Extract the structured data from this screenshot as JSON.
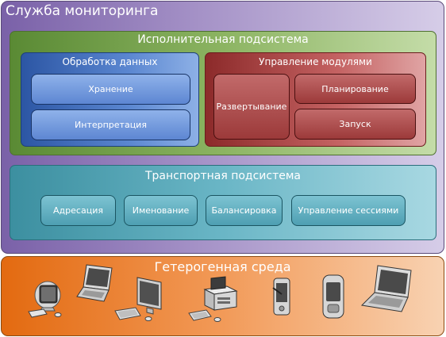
{
  "monitoring_service": {
    "title": "Служба мониторинга"
  },
  "executive_subsystem": {
    "title": "Исполнительная подсистема",
    "data_processing": {
      "title": "Обработка данных",
      "items": [
        "Хранение",
        "Интерпретация"
      ]
    },
    "module_management": {
      "title": "Управление модулями",
      "items": [
        "Развертывание",
        "Планирование",
        "Запуск"
      ]
    }
  },
  "transport_subsystem": {
    "title": "Транспортная подсистема",
    "items": [
      "Адресация",
      "Именование",
      "Балансировка",
      "Управление сессиями"
    ]
  },
  "environment": {
    "title": "Гетерогенная среда",
    "devices": [
      "crt-computer-icon",
      "laptop-icon",
      "lcd-computer-icon",
      "server-icon",
      "pda-icon",
      "phone-icon",
      "laptop-icon"
    ]
  },
  "colors": {
    "service": "#8f7bbd",
    "executive": "#7aa84e",
    "data_processing": "#4a74c0",
    "module_management": "#b04848",
    "transport": "#56a8bb",
    "environment": "#ef8a3c"
  }
}
